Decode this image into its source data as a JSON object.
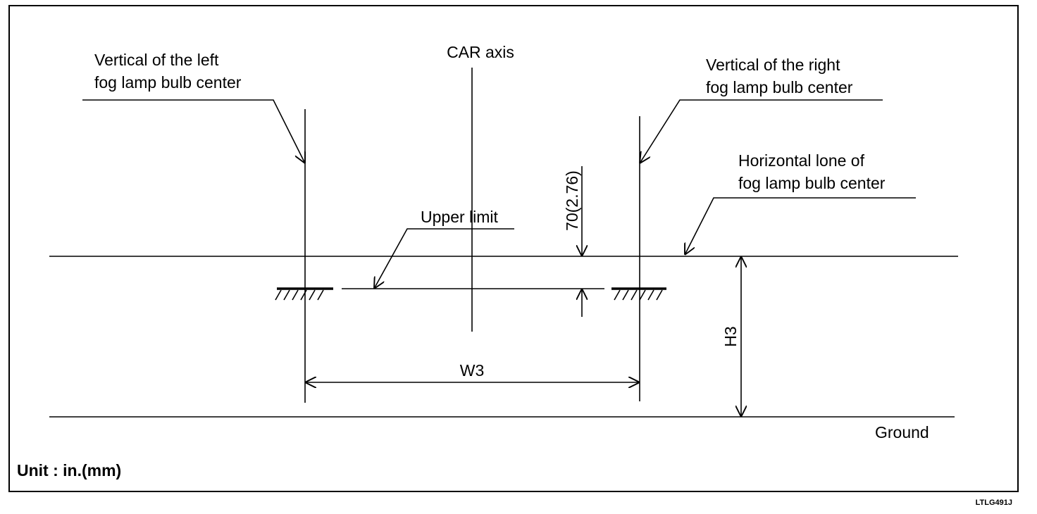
{
  "labels": {
    "left_vertical": [
      "Vertical of the left",
      "fog lamp bulb center"
    ],
    "car_axis": "CAR axis",
    "right_vertical": [
      "Vertical of the right",
      "fog lamp bulb center"
    ],
    "horizontal_line": [
      "Horizontal lone of",
      "fog lamp bulb center"
    ],
    "upper_limit": "Upper limit",
    "offset_dimension": "70(2.76)",
    "height_dimension": "H3",
    "width_dimension": "W3",
    "ground": "Ground",
    "unit": "Unit : in.(mm)",
    "figure_code": "LTLG491J"
  }
}
